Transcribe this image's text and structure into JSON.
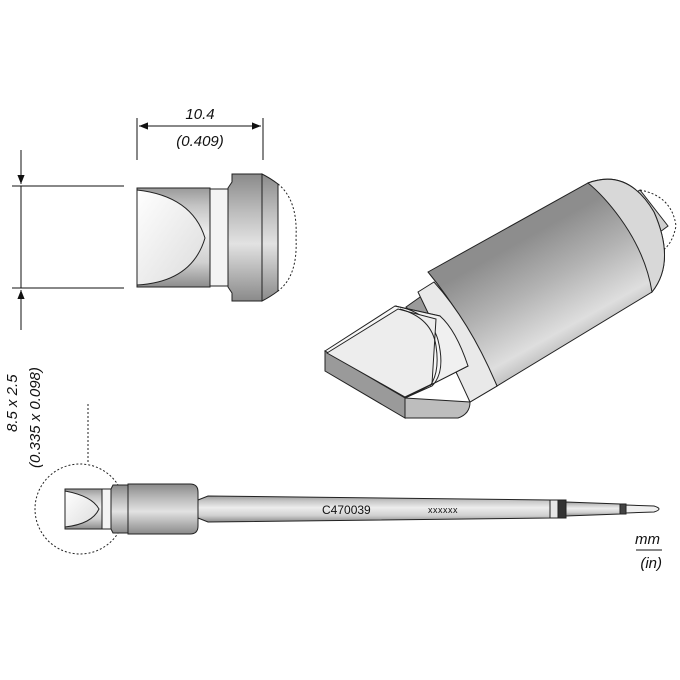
{
  "dimensions": {
    "length_mm": "10.4",
    "length_in": "(0.409)",
    "blade_mm": "8.5 x 2.5",
    "blade_in": "(0.335 x 0.098)"
  },
  "part_number": "C470039",
  "serial_marking": "xxxxxx",
  "units": {
    "metric": "mm",
    "imperial": "(in)"
  },
  "colors": {
    "outline": "#222222",
    "metal_dark": "#8a8a8a",
    "metal_light": "#f2f2f2"
  }
}
